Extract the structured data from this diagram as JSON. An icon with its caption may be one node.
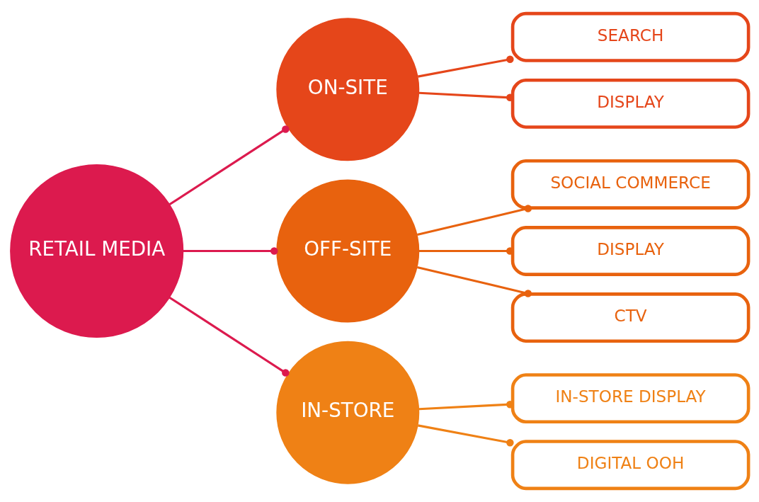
{
  "diagram": {
    "nodes": [
      {
        "text": [
          "RETAIL MEDIA"
        ]
      },
      {
        "text": [
          "ON-SITE"
        ]
      },
      {
        "text": [
          "OFF-SITE"
        ]
      },
      {
        "text": [
          "IN-STORE"
        ]
      },
      {
        "text": [
          "SEARCH"
        ]
      },
      {
        "text": [
          "DISPLAY"
        ]
      },
      {
        "text": [
          "SOCIAL COMMERCE"
        ]
      },
      {
        "text": [
          "DISPLAY"
        ]
      },
      {
        "text": [
          "CTV"
        ]
      },
      {
        "text": [
          "IN-STORE DISPLAY"
        ]
      },
      {
        "text": [
          "DIGITAL OOH"
        ]
      }
    ],
    "edges": [
      {
        "from": 0,
        "to": 1,
        "arrow": "other",
        "color": "#dc1a4e"
      },
      {
        "from": 0,
        "to": 2,
        "arrow": "other",
        "color": "#dc1a4e"
      },
      {
        "from": 0,
        "to": 3,
        "arrow": "other",
        "color": "#dc1a4e"
      },
      {
        "from": 1,
        "to": 4,
        "arrow": "other",
        "color": "#e5461a"
      },
      {
        "from": 1,
        "to": 5,
        "arrow": "other",
        "color": "#e5461a"
      },
      {
        "from": 2,
        "to": 6,
        "arrow": "other",
        "color": "#e8620e"
      },
      {
        "from": 2,
        "to": 7,
        "arrow": "other",
        "color": "#e8620e"
      },
      {
        "from": 2,
        "to": 8,
        "arrow": "other",
        "color": "#e8620e"
      },
      {
        "from": 3,
        "to": 9,
        "arrow": "other",
        "color": "#ef8115"
      },
      {
        "from": 3,
        "to": 10,
        "arrow": "other",
        "color": "#ef8115"
      }
    ]
  }
}
